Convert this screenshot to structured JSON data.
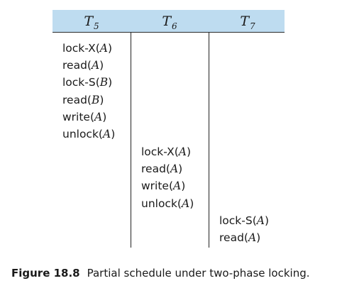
{
  "schedule": {
    "columns": [
      {
        "letter": "T",
        "subscript": "5"
      },
      {
        "letter": "T",
        "subscript": "6"
      },
      {
        "letter": "T",
        "subscript": "7"
      }
    ],
    "t5_ops": [
      {
        "op": "lock-X(",
        "arg": "A",
        "close": ")"
      },
      {
        "op": "read(",
        "arg": "A",
        "close": ")"
      },
      {
        "op": "lock-S(",
        "arg": "B",
        "close": ")"
      },
      {
        "op": "read(",
        "arg": "B",
        "close": ")"
      },
      {
        "op": "write(",
        "arg": "A",
        "close": ")"
      },
      {
        "op": "unlock(",
        "arg": "A",
        "close": ")"
      }
    ],
    "t6_ops": [
      {
        "op": "lock-X(",
        "arg": "A",
        "close": ")"
      },
      {
        "op": "read(",
        "arg": "A",
        "close": ")"
      },
      {
        "op": "write(",
        "arg": "A",
        "close": ")"
      },
      {
        "op": "unlock(",
        "arg": "A",
        "close": ")"
      }
    ],
    "t7_ops": [
      {
        "op": "lock-S(",
        "arg": "A",
        "close": ")"
      },
      {
        "op": "read(",
        "arg": "A",
        "close": ")"
      }
    ],
    "header_color": "#bedcf0"
  },
  "caption": {
    "figure_number": "Figure 18.8",
    "text": "Partial schedule under two-phase locking."
  }
}
